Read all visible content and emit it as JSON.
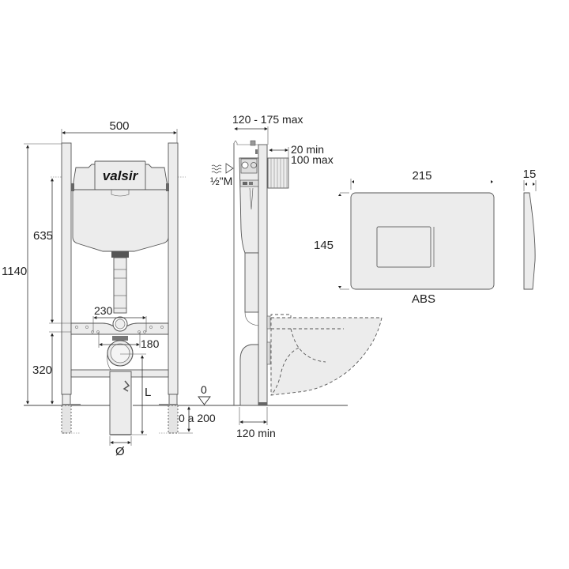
{
  "diagram": {
    "type": "technical-drawing",
    "subject": "Concealed cistern wall-hung WC frame with flush plate",
    "brand": {
      "logo_text": "valsir"
    },
    "front_view": {
      "width_label": "500",
      "total_height_label": "1140",
      "cistern_height_label": "635",
      "bracket_height_label": "320",
      "bolt_spacing_wide_label": "230",
      "bolt_spacing_narrow_label": "180",
      "drain_length_label": "L",
      "drain_diameter_label": "Ø",
      "floor_level_label": "0",
      "foot_adjust_label": "0 a 200"
    },
    "side_view": {
      "depth_label": "120 - 175 max",
      "sleeve_min_label": "20 min",
      "sleeve_max_label": "100 max",
      "water_inlet_label": "½\"M",
      "min_depth_label": "120 min"
    },
    "flush_plate": {
      "width_label": "215",
      "height_label": "145",
      "thickness_label": "15",
      "material_label": "ABS"
    }
  },
  "colors": {
    "line": "#555555",
    "fill": "#ececec",
    "text": "#222222",
    "background": "#ffffff"
  }
}
